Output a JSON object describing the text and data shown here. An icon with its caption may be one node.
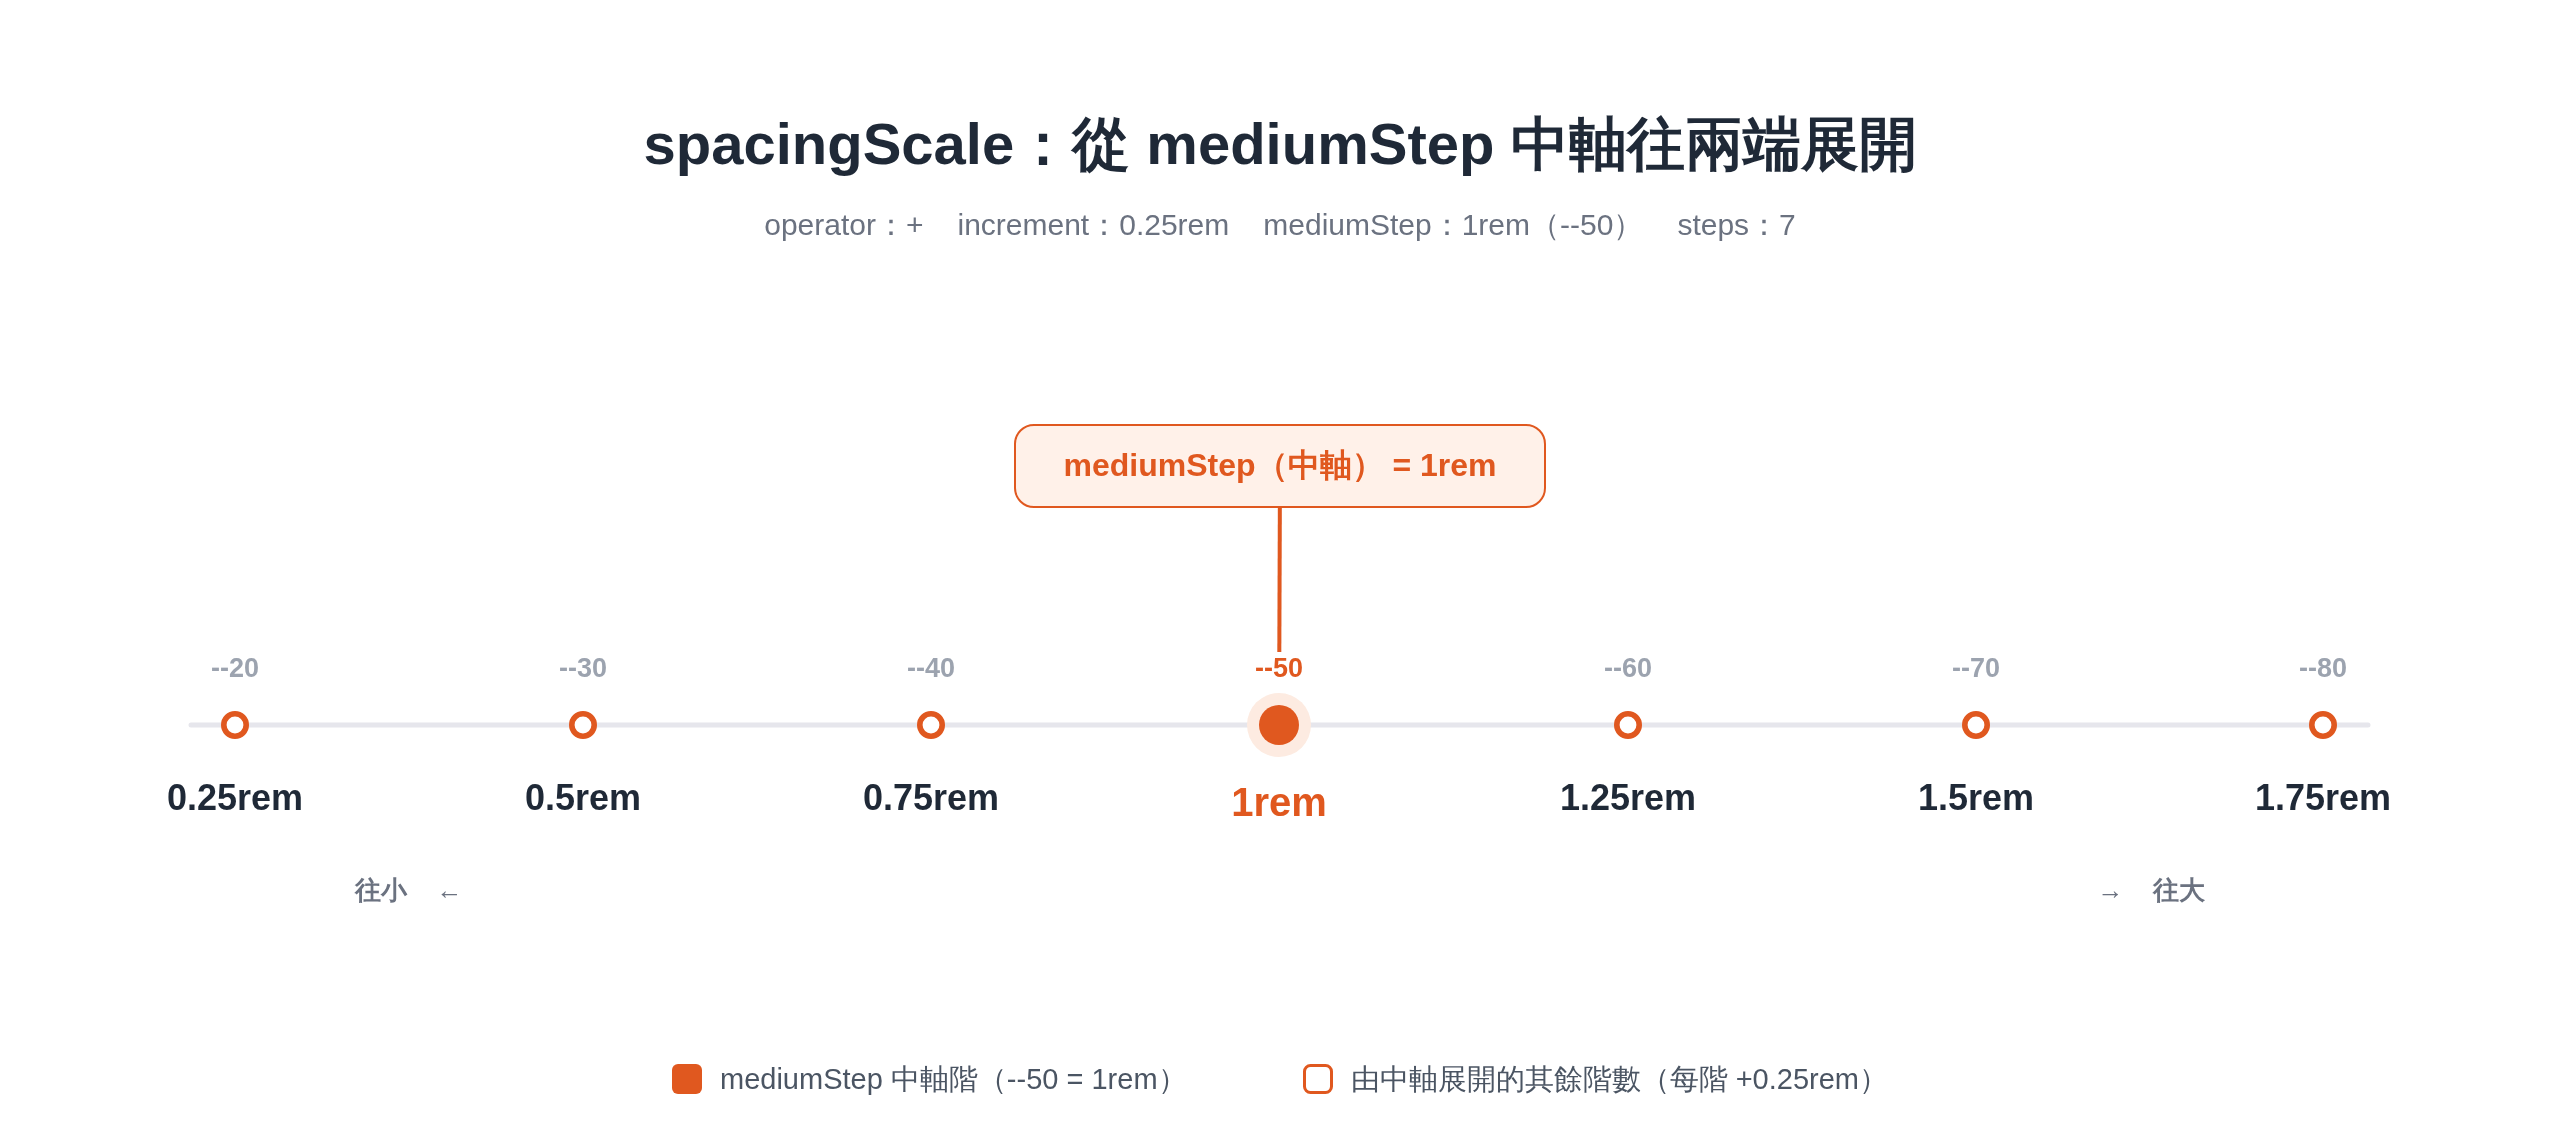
{
  "diagram": {
    "title": "spacingScale：從 mediumStep 中軸往兩端展開",
    "nodes": [
      {
        "text": [
          "mediumStep（中軸） = 1rem"
        ]
      },
      {
        "text": [],
        "shape": "circle",
        "beside": [
          "--20",
          "0.25rem"
        ]
      },
      {
        "text": [],
        "shape": "circle",
        "beside": [
          "--30",
          "0.5rem"
        ]
      },
      {
        "text": [],
        "shape": "circle",
        "beside": [
          "--40",
          "0.75rem"
        ]
      },
      {
        "text": [],
        "shape": "circle",
        "beside": [
          "--50",
          "1rem"
        ]
      },
      {
        "text": [],
        "shape": "circle",
        "beside": [
          "--60",
          "1.25rem"
        ]
      },
      {
        "text": [],
        "shape": "circle",
        "beside": [
          "--70",
          "1.5rem"
        ]
      },
      {
        "text": [],
        "shape": "circle",
        "beside": [
          "--80",
          "1.75rem"
        ]
      }
    ],
    "edges": [
      {
        "from": 0,
        "to": 4,
        "arrow": "none"
      }
    ],
    "labels": [
      "operator：+",
      "increment：0.25rem",
      "mediumStep：1rem（--50）",
      "steps：7",
      "往小 ←",
      "→ 往大"
    ],
    "legend": [
      {
        "text": "mediumStep 中軸階（--50 = 1rem）",
        "color": "#e0581f"
      },
      {
        "text": "由中軸展開的其餘階數（每階 +0.25rem）"
      }
    ]
  }
}
